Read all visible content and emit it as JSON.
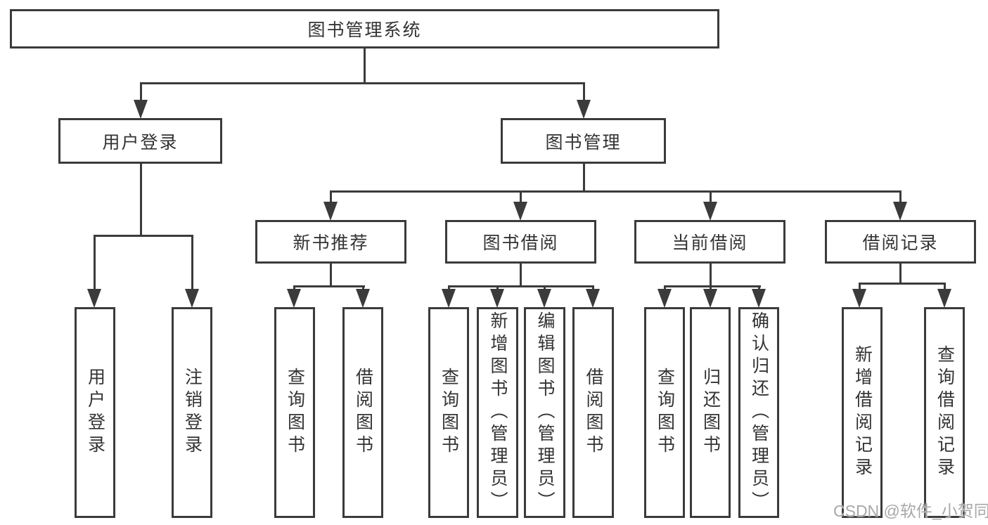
{
  "tree": {
    "root": "图书管理系统",
    "user_login": {
      "label": "用户登录",
      "children": [
        "用户登录",
        "注销登录"
      ]
    },
    "book_management": {
      "label": "图书管理",
      "modules": [
        {
          "label": "新书推荐",
          "children": [
            "查询图书",
            "借阅图书"
          ]
        },
        {
          "label": "图书借阅",
          "children": [
            "查询图书",
            "新增图书（管理员）",
            "编辑图书（管理员）",
            "借阅图书"
          ]
        },
        {
          "label": "当前借阅",
          "children": [
            "查询图书",
            "归还图书",
            "确认归还（管理员）"
          ]
        },
        {
          "label": "借阅记录",
          "children": [
            "新增借阅记录",
            "查询借阅记录"
          ]
        }
      ]
    }
  },
  "colors": {
    "line": "#3b3b3b",
    "text": "#333333",
    "watermark": "#a8a8a8"
  },
  "watermark": "CSDN @软件_小贺同学"
}
